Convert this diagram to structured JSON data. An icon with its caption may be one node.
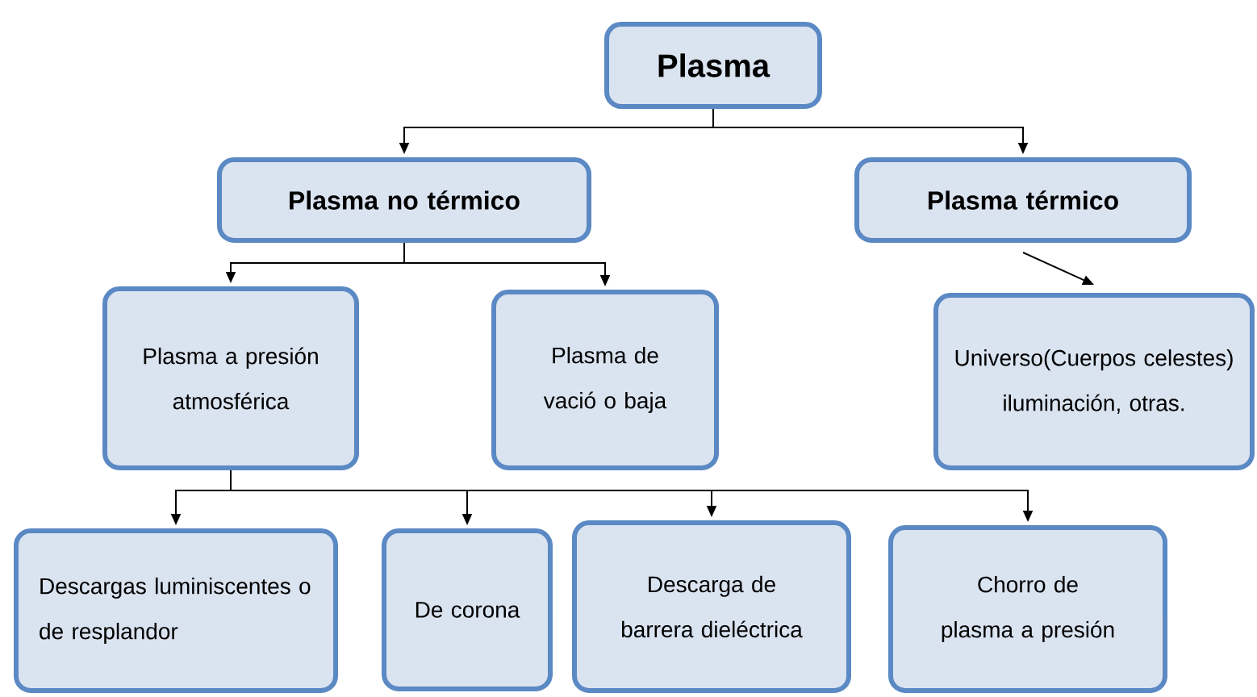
{
  "diagram": {
    "nodes": [
      {
        "text": [
          "Plasma"
        ]
      },
      {
        "text": [
          "Plasma no térmico"
        ]
      },
      {
        "text": [
          "Plasma  térmico"
        ]
      },
      {
        "text": [
          "Plasma a presión atmosférica"
        ]
      },
      {
        "text": [
          "Plasma de vació o baja"
        ]
      },
      {
        "text": [
          "Universo(Cuerpos celestes) iluminación, otras."
        ]
      },
      {
        "text": [
          "Descargas luminiscentes o de resplandor"
        ]
      },
      {
        "text": [
          "De corona"
        ]
      },
      {
        "text": [
          "Descarga de barrera dieléctrica"
        ]
      },
      {
        "text": [
          "Chorro de plasma a presión"
        ]
      }
    ],
    "edges": [
      {
        "from": 0,
        "to": 1,
        "arrow": "to"
      },
      {
        "from": 0,
        "to": 2,
        "arrow": "to"
      },
      {
        "from": 1,
        "to": 3,
        "arrow": "to"
      },
      {
        "from": 1,
        "to": 4,
        "arrow": "to"
      },
      {
        "from": 2,
        "to": 5,
        "arrow": "to"
      },
      {
        "from": 3,
        "to": 6,
        "arrow": "to"
      },
      {
        "from": 3,
        "to": 7,
        "arrow": "to"
      },
      {
        "from": 3,
        "to": 8,
        "arrow": "to"
      },
      {
        "from": 3,
        "to": 9,
        "arrow": "to"
      }
    ]
  }
}
